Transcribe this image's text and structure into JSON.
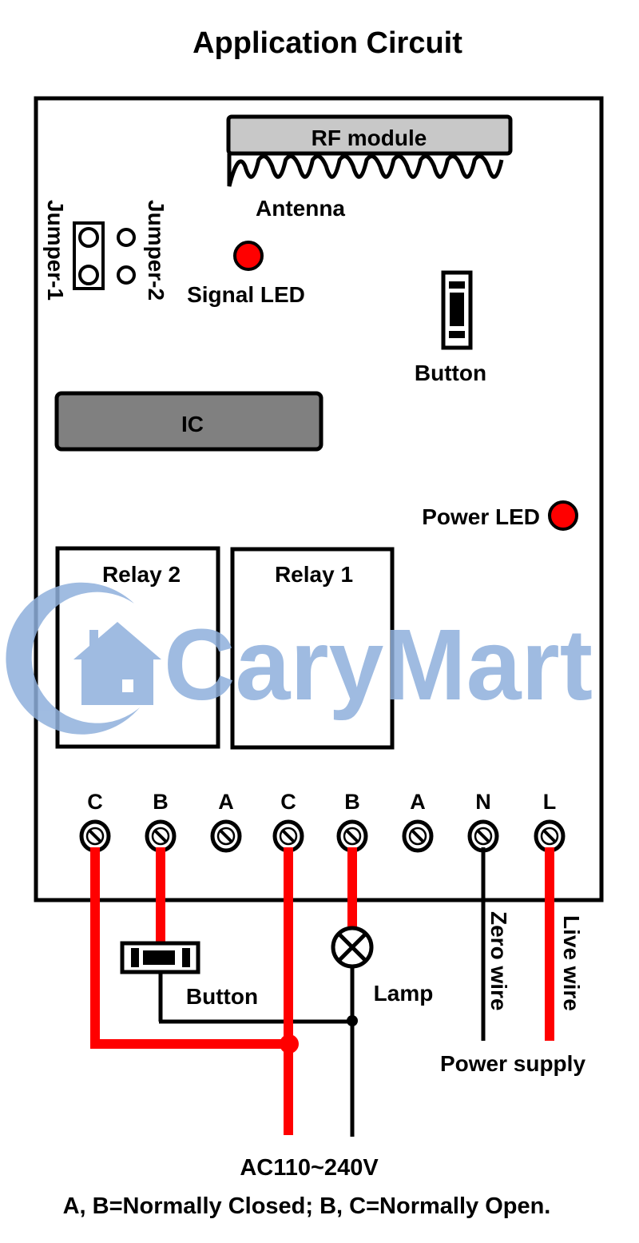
{
  "title": "Application Circuit",
  "colors": {
    "wire_live": "#ff0000",
    "wire_neutral": "#000000",
    "module_fill": "#c8c8c8",
    "ic_fill": "#808080",
    "led": "#ff0000",
    "watermark": "#8fb0dc"
  },
  "board": {
    "rf_module": "RF module",
    "antenna": "Antenna",
    "jumper1": "Jumper-1",
    "jumper2": "Jumper-2",
    "signal_led": "Signal LED",
    "button": "Button",
    "ic": "IC",
    "power_led": "Power LED",
    "relay2": "Relay 2",
    "relay1": "Relay 1"
  },
  "terminals": [
    {
      "label": "C",
      "wire": "live"
    },
    {
      "label": "B",
      "wire": "live"
    },
    {
      "label": "A",
      "wire": "none"
    },
    {
      "label": "C",
      "wire": "live"
    },
    {
      "label": "B",
      "wire": "live"
    },
    {
      "label": "A",
      "wire": "none"
    },
    {
      "label": "N",
      "wire": "neutral"
    },
    {
      "label": "L",
      "wire": "live"
    }
  ],
  "external": {
    "button": "Button",
    "lamp": "Lamp",
    "zero_wire": "Zero wire",
    "live_wire": "Live wire",
    "power_supply": "Power supply",
    "ac_voltage": "AC110~240V"
  },
  "watermark": {
    "brand": "CaryMart",
    "icon": "house-logo-icon"
  },
  "footnote": "A, B=Normally Closed; B, C=Normally Open."
}
